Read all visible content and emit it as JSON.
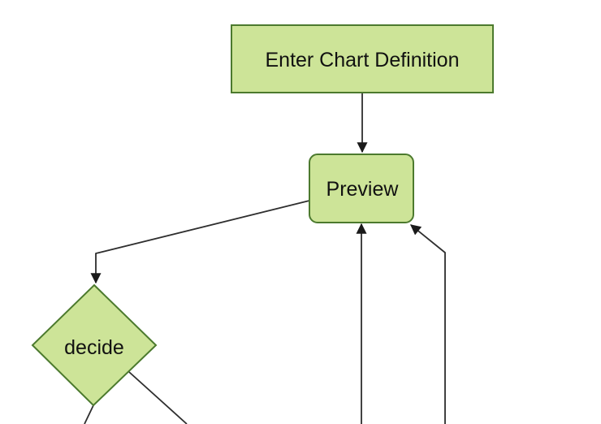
{
  "diagram": {
    "type": "flowchart",
    "orientation": "top-down",
    "cropped": "bottom edge cuts off downstream nodes",
    "colors": {
      "background": "#ffffff",
      "node_fill": "#cde498",
      "node_border": "#4c7a2e",
      "edge_line": "#2e2e2e",
      "arrowhead": "#1a1a1a",
      "label_text": "#111111"
    },
    "nodes": {
      "enter_chart_definition": {
        "label": "Enter Chart Definition",
        "shape": "rectangle"
      },
      "preview": {
        "label": "Preview",
        "shape": "rounded-rectangle"
      },
      "decide": {
        "label": "decide",
        "shape": "diamond"
      }
    },
    "edges": [
      {
        "from": "enter_chart_definition",
        "to": "preview",
        "arrowhead": true
      },
      {
        "from": "preview",
        "to": "decide",
        "arrowhead": true
      },
      {
        "from": "offscreen-bottom",
        "to": "preview",
        "arrowhead": true
      },
      {
        "from": "offscreen-bottom-right",
        "to": "preview",
        "arrowhead": true
      },
      {
        "from": "decide",
        "to": "offscreen-bottom-left",
        "arrowhead": false
      },
      {
        "from": "decide",
        "to": "offscreen-bottom-right",
        "arrowhead": false
      }
    ]
  }
}
